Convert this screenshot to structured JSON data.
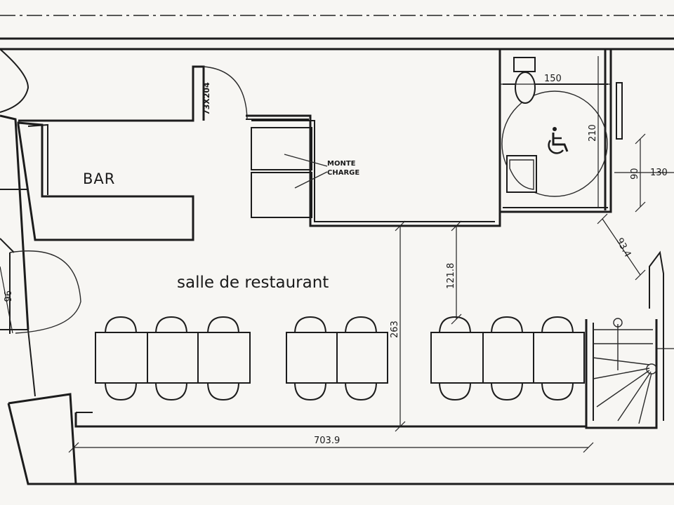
{
  "labels": {
    "bar": "BAR",
    "dining_room": "salle de restaurant",
    "lift_line1": "MONTE",
    "lift_line2": "CHARGE",
    "door_size": "73X204"
  },
  "dimensions": {
    "total_length": "703.9",
    "room_depth": "263",
    "kitchen_gap": "121.8",
    "wc_width": "150",
    "wc_depth": "210",
    "passage_90": "90",
    "passage_130": "130",
    "corridor": "93.4",
    "entrance": "96"
  },
  "colors": {
    "ink": "#1c1c1c",
    "paper": "#f7f6f3"
  },
  "icons": {
    "accessibility": "wheelchair-icon"
  }
}
